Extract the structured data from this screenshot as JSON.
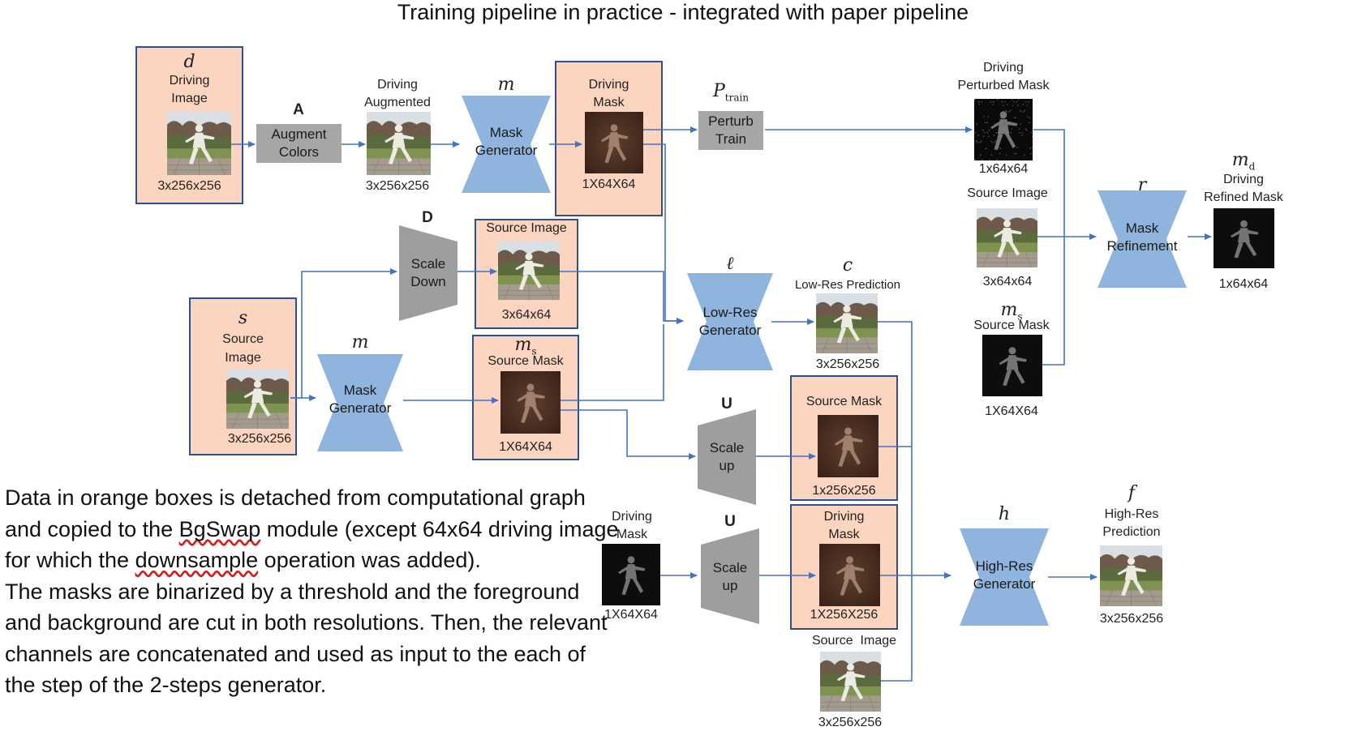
{
  "title": "Training pipeline in practice - integrated with paper pipeline",
  "colors": {
    "orange_box": "#fbd5c0",
    "box_border": "#2f4f8f",
    "network_blue": "#8fb4de",
    "gray_op": "#a6a6a6",
    "arrow": "#4472c4"
  },
  "blocks": {
    "driving_image": {
      "symbol": "d",
      "label_1": "Driving",
      "label_2": "Image",
      "dims": "3x256x256"
    },
    "augment": {
      "symbol": "A",
      "label_1": "Augment",
      "label_2": "Colors"
    },
    "driving_augmented": {
      "label_1": "Driving",
      "label_2": "Augmented",
      "dims": "3x256x256"
    },
    "mask_generator_top": {
      "symbol": "m",
      "label_1": "Mask",
      "label_2": "Generator"
    },
    "driving_mask_top": {
      "label_1": "Driving",
      "label_2": "Mask",
      "dims": "1X64X64"
    },
    "perturb": {
      "symbol": "P",
      "symbol_sub": "train",
      "label_1": "Perturb",
      "label_2": "Train"
    },
    "driving_perturbed_mask": {
      "label_1": "Driving",
      "label_2": "Perturbed Mask",
      "dims": "1x64x64"
    },
    "source_image_r": {
      "label": "Source Image",
      "dims": "3x64x64"
    },
    "mask_refinement": {
      "symbol": "r",
      "label_1": "Mask",
      "label_2": "Refinement"
    },
    "refined_mask": {
      "symbol": "m",
      "symbol_sub": "d",
      "label_1": "Driving",
      "label_2": "Refined Mask",
      "dims": "1x64x64"
    },
    "source_mask_r": {
      "symbol": "m",
      "symbol_sub": "s",
      "label": "Source Mask",
      "dims": "1X64X64"
    },
    "scale_down": {
      "symbol": "D",
      "label_1": "Scale",
      "label_2": "Down"
    },
    "source_image_small": {
      "label": "Source Image",
      "dims": "3x64x64"
    },
    "source_image": {
      "symbol": "s",
      "label_1": "Source",
      "label_2": "Image",
      "dims": "3x256x256"
    },
    "mask_generator_bottom": {
      "symbol": "m",
      "label_1": "Mask",
      "label_2": "Generator"
    },
    "source_mask_mid": {
      "symbol": "m",
      "symbol_sub": "s",
      "label": "Source Mask",
      "dims": "1X64X64"
    },
    "lowres_generator": {
      "symbol": "ℓ",
      "label_1": "Low-Res",
      "label_2": "Generator"
    },
    "lowres_prediction": {
      "symbol": "c",
      "label": "Low-Res Prediction",
      "dims": "3x256x256"
    },
    "scale_up_1": {
      "symbol": "U",
      "label_1": "Scale",
      "label_2": "up"
    },
    "source_mask_big": {
      "label": "Source Mask",
      "dims": "1x256x256"
    },
    "driving_mask_left": {
      "label_1": "Driving",
      "label_2": "Mask",
      "dims": "1X64X64"
    },
    "scale_up_2": {
      "symbol": "U",
      "label_1": "Scale",
      "label_2": "up"
    },
    "driving_mask_big": {
      "label_1": "Driving",
      "label_2": "Mask",
      "dims": "1X256X256"
    },
    "source_image_bottom": {
      "label": "Source  Image",
      "dims": "3x256x256"
    },
    "highres_generator": {
      "symbol": "h",
      "label_1": "High-Res",
      "label_2": "Generator"
    },
    "highres_prediction": {
      "symbol": "f",
      "label_1": "High-Res",
      "label_2": "Prediction",
      "dims": "3x256x256"
    }
  },
  "notes": {
    "p1_a": "Data in orange boxes is detached from computational graph and copied to the ",
    "p1_b": "BgSwap",
    "p1_c": " module (except 64x64 driving image for which the ",
    "p1_d": "downsample",
    "p1_e": " operation was added).",
    "p2": "The masks are binarized by a threshold and the foreground and background are cut in both resolutions. Then, the relevant channels are concatenated and used as input to the each of the step of the 2-steps generator."
  }
}
